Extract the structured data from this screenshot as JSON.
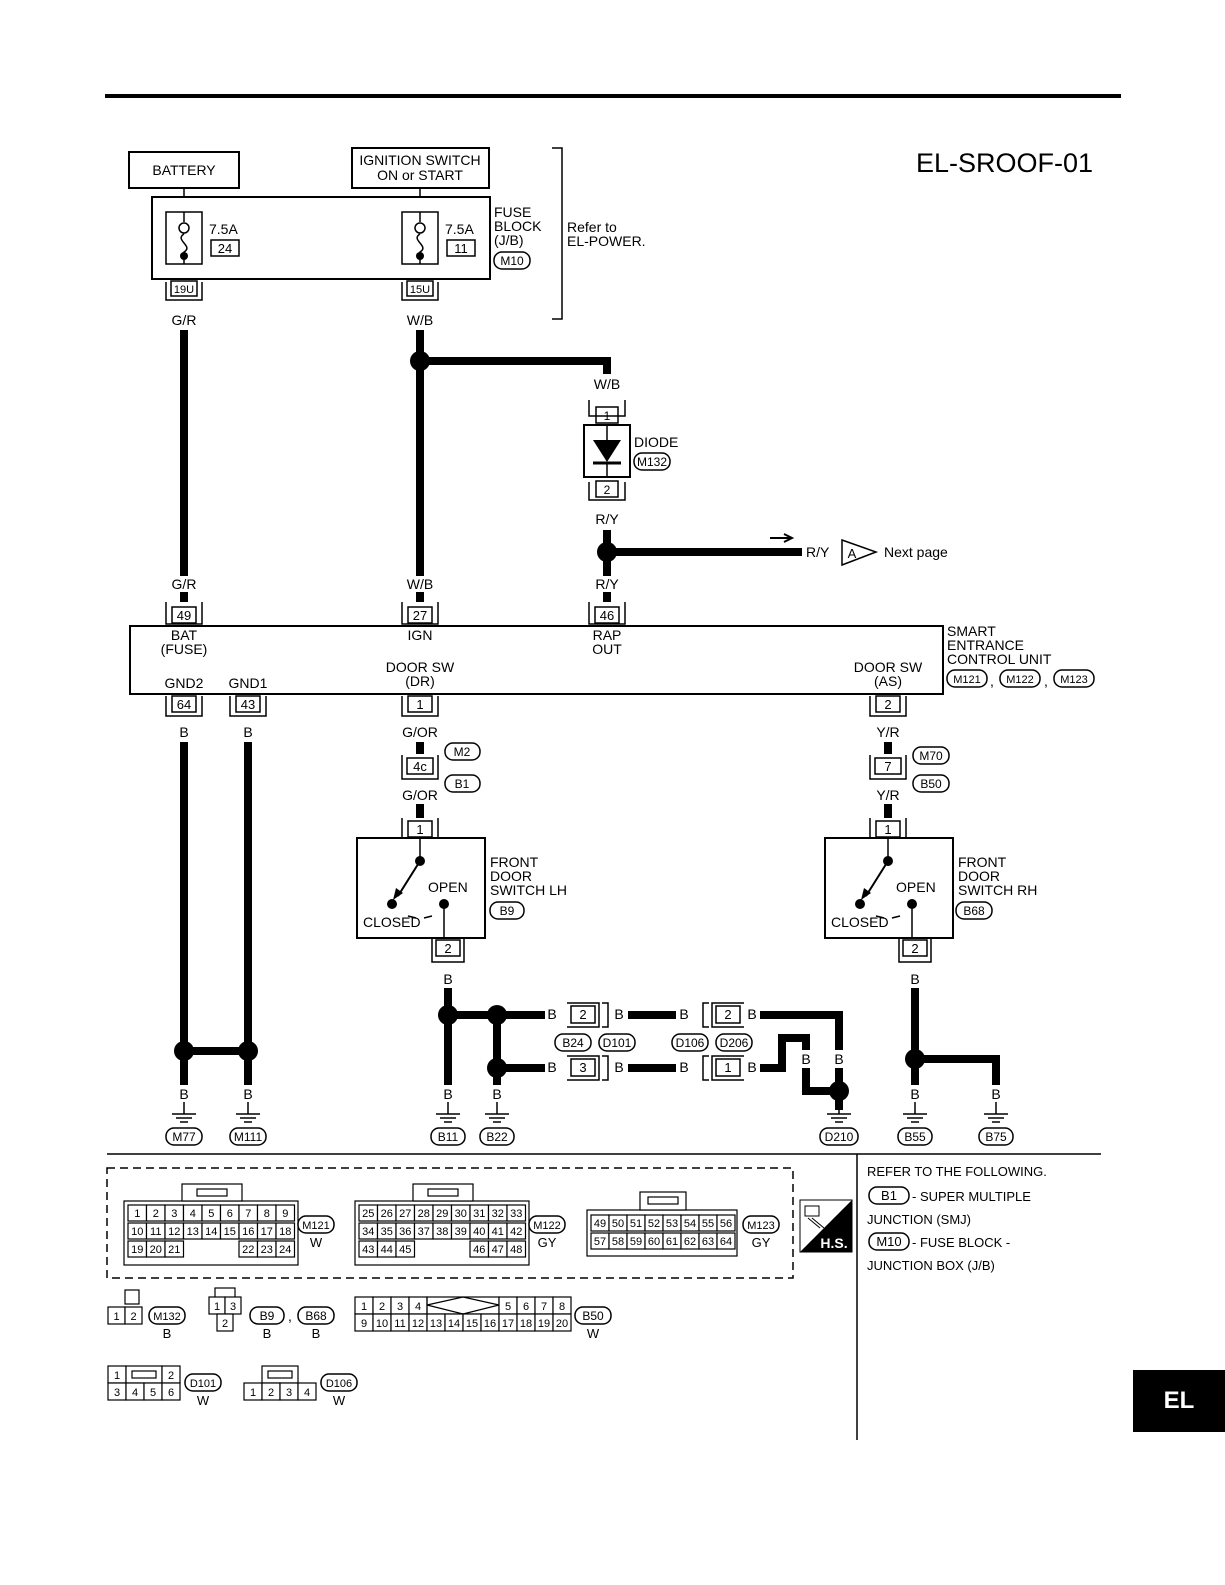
{
  "diagram_id": "EL-SROOF-01",
  "battery": "BATTERY",
  "ignition": {
    "line1": "IGNITION SWITCH",
    "line2": "ON or START"
  },
  "fuse_block": {
    "lines": [
      "FUSE",
      "BLOCK",
      "(J/B)"
    ],
    "connector": "M10",
    "fuses": [
      {
        "amp": "7.5A",
        "num": "24",
        "terminal": "19U",
        "wire": "G/R"
      },
      {
        "amp": "7.5A",
        "num": "11",
        "terminal": "15U",
        "wire": "W/B"
      }
    ]
  },
  "refer_power": {
    "line1": "Refer to",
    "line2": "EL-POWER."
  },
  "diode": {
    "label": "DIODE",
    "connector": "M132",
    "pin_in": "1",
    "pin_out": "2",
    "wire_in": "W/B",
    "wire_out": "R/Y"
  },
  "next_page": {
    "wire": "R/Y",
    "connector": "A",
    "label": "Next page"
  },
  "control_unit": {
    "lines": [
      "SMART",
      "ENTRANCE",
      "CONTROL UNIT"
    ],
    "connectors": [
      "M121",
      "M122",
      "M123"
    ],
    "separator": ",",
    "pins": [
      {
        "num": "49",
        "name1": "BAT",
        "name2": "(FUSE)",
        "wire": "G/R"
      },
      {
        "num": "27",
        "name1": "IGN",
        "name2": "",
        "wire": "W/B"
      },
      {
        "num": "46",
        "name1": "RAP",
        "name2": "OUT",
        "wire": "R/Y"
      },
      {
        "num": "64",
        "name1": "GND2",
        "wire": "B"
      },
      {
        "num": "43",
        "name1": "GND1",
        "wire": "B"
      },
      {
        "num": "1",
        "name1": "DOOR SW",
        "name2": "(DR)",
        "wire": "G/OR"
      },
      {
        "num": "2",
        "name1": "DOOR SW",
        "name2": "(AS)",
        "wire": "Y/R"
      }
    ]
  },
  "junctions": [
    {
      "pin": "4c",
      "connectors": [
        "M2",
        "B1"
      ],
      "wire": "G/OR"
    },
    {
      "pin": "7",
      "connectors": [
        "M70",
        "B50"
      ],
      "wire": "Y/R"
    }
  ],
  "switch_lh": {
    "lines": [
      "FRONT",
      "DOOR",
      "SWITCH LH"
    ],
    "connector": "B9",
    "open": "OPEN",
    "closed": "CLOSED",
    "pin_top": "1",
    "pin_bottom": "2",
    "wire": "B"
  },
  "switch_rh": {
    "lines": [
      "FRONT",
      "DOOR",
      "SWITCH RH"
    ],
    "connector": "B68",
    "open": "OPEN",
    "closed": "CLOSED",
    "pin_top": "1",
    "pin_bottom": "2",
    "wire": "B"
  },
  "inline_connectors": [
    {
      "pin": "2",
      "row": "top"
    },
    {
      "pin": "3",
      "row": "bottom"
    },
    {
      "pin": "2",
      "row": "top"
    },
    {
      "pin": "1",
      "row": "bottom"
    }
  ],
  "inline_labels": [
    "B24",
    "D101",
    "D106",
    "D206"
  ],
  "wire_b": "B",
  "grounds": [
    "M77",
    "M111",
    "B11",
    "B22",
    "D210",
    "B55",
    "B75"
  ],
  "legend": {
    "title": "REFER TO THE FOLLOWING.",
    "entries": [
      {
        "code": "B1",
        "text1": "- SUPER MULTIPLE",
        "text2": "JUNCTION (SMJ)"
      },
      {
        "code": "M10",
        "text1": "- FUSE BLOCK -",
        "text2": "JUNCTION BOX (J/B)"
      }
    ]
  },
  "hs_badge": "H.S.",
  "connector_views": [
    {
      "code": "M121",
      "color": "W"
    },
    {
      "code": "M122",
      "color": "GY"
    },
    {
      "code": "M123",
      "color": "GY"
    },
    {
      "code": "M132",
      "color": "B"
    },
    {
      "code": "B9",
      "color": "B"
    },
    {
      "code": "B68",
      "color": "B"
    },
    {
      "code": "B50",
      "color": "W"
    },
    {
      "code": "D101",
      "color": "W"
    },
    {
      "code": "D106",
      "color": "W"
    }
  ],
  "page_tab": "EL"
}
